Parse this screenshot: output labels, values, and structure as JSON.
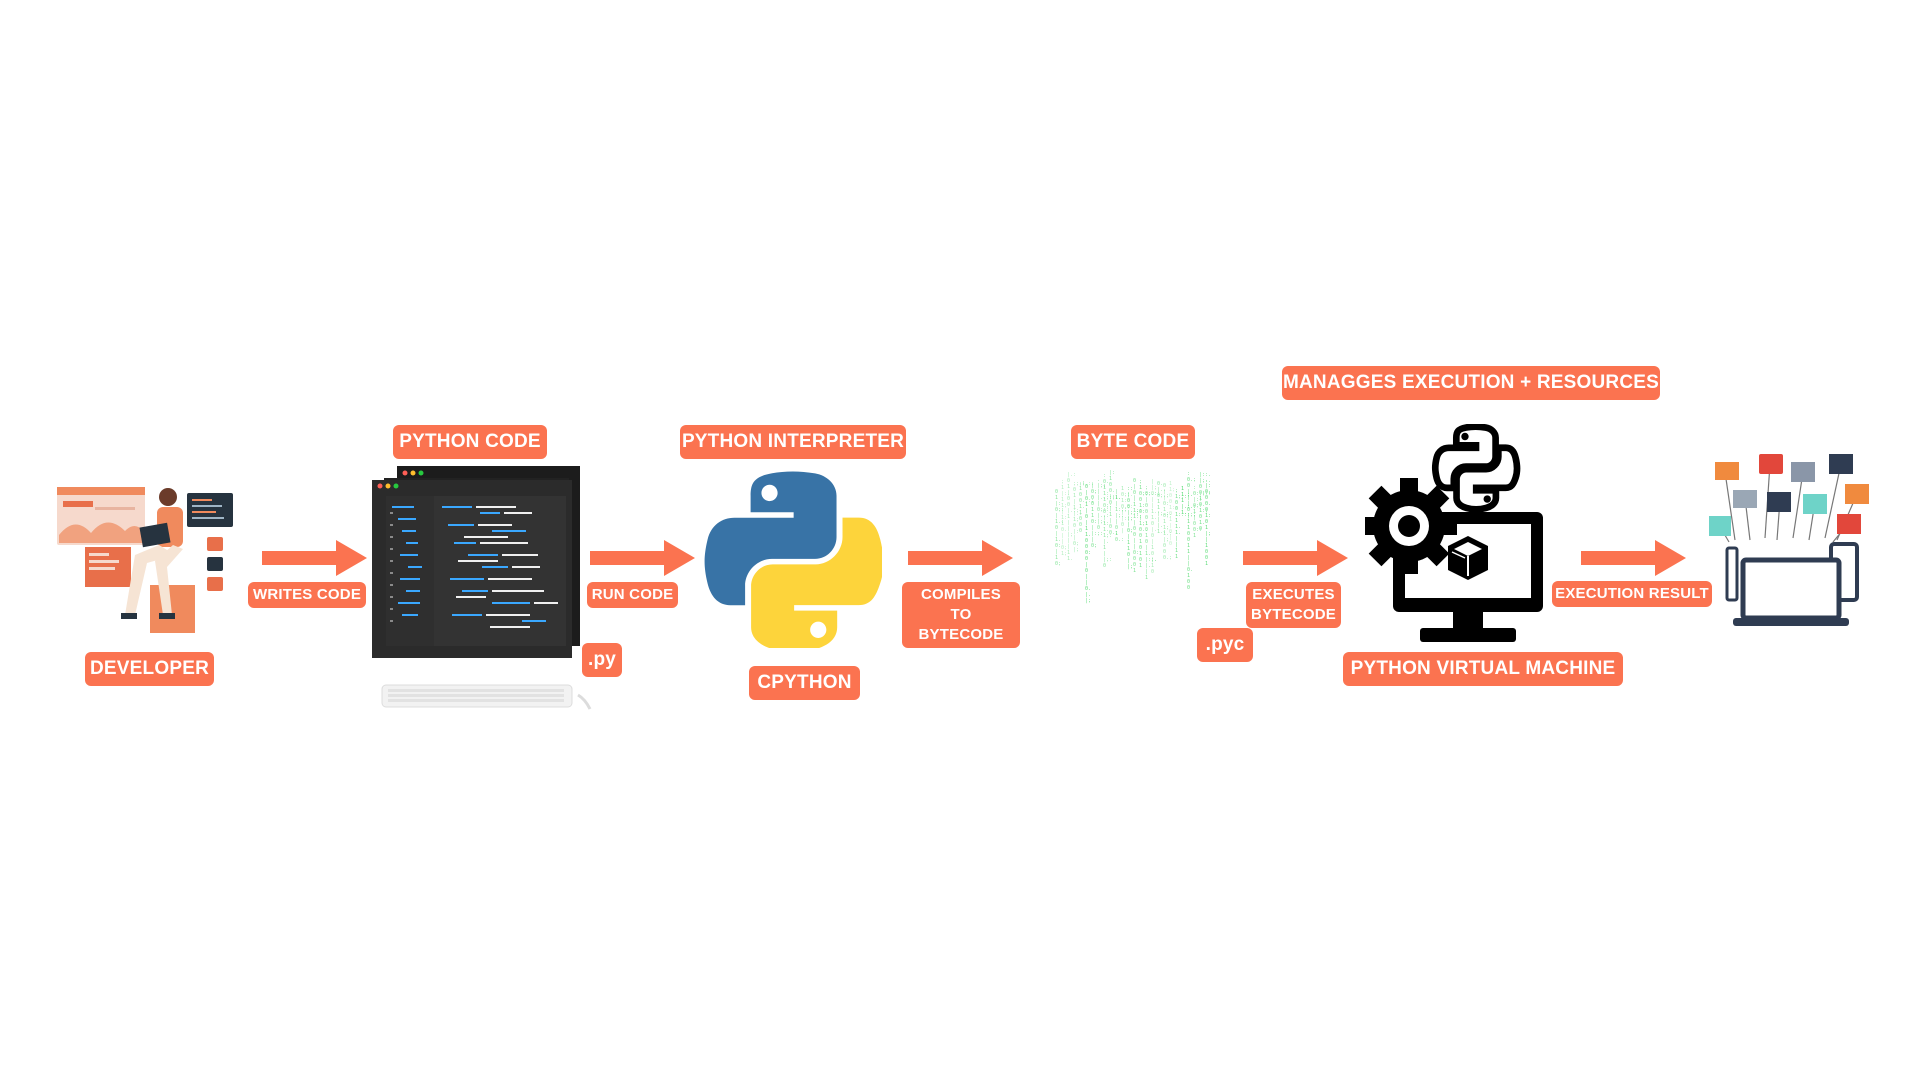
{
  "labels": {
    "developer": "DEVELOPER",
    "python_code": "PYTHON CODE",
    "py_ext": ".py",
    "python_interpreter": "PYTHON INTERPRETER",
    "cpython": "CPYTHON",
    "byte_code": "BYTE CODE",
    "pyc_ext": ".pyc",
    "manages": "MANAGGES EXECUTION + RESOURCES",
    "pvm": "PYTHON VIRTUAL MACHINE"
  },
  "arrows": {
    "writes_code": "WRITES CODE",
    "run_code": "RUN CODE",
    "compiles_1": "COMPILES TO",
    "compiles_2": "BYTECODE",
    "executes_1": "EXECUTES",
    "executes_2": "BYTECODE",
    "execution_result": "EXECUTION RESULT"
  },
  "colors": {
    "accent": "#fb7350",
    "python_blue": "#3873a6",
    "python_yellow": "#fdd43b",
    "matrix_green": "#4cd96a"
  },
  "icons": [
    "developer-illustration",
    "code-editor-icon",
    "keyboard-icon",
    "python-logo-icon",
    "bytecode-matrix-icon",
    "gear-icon",
    "monitor-icon",
    "cube-icon",
    "devices-icon"
  ]
}
